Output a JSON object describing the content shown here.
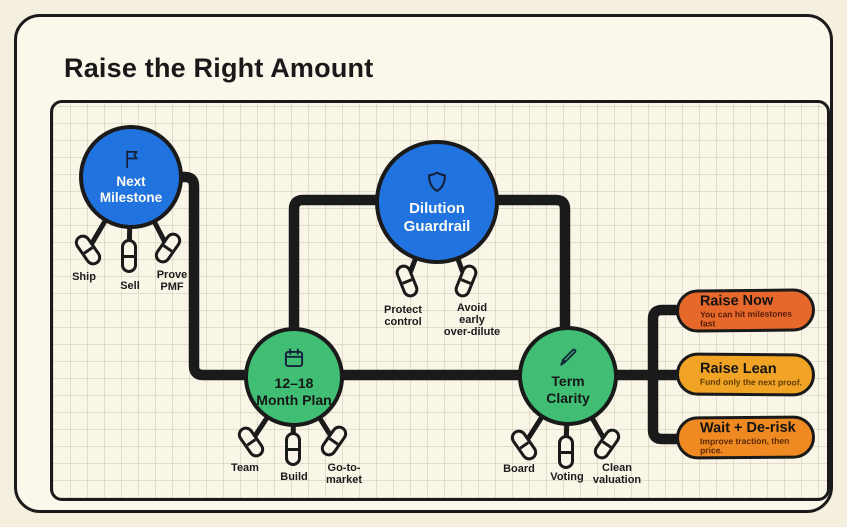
{
  "title": "Raise the Right Amount",
  "colors": {
    "node_blue": "#2173e0",
    "node_green": "#3fbe74",
    "ink": "#1a1a1a"
  },
  "nodes": {
    "next_milestone": {
      "label": "Next\nMilestone",
      "icon": "flag-icon",
      "pills": [
        "Ship",
        "Sell",
        "Prove\nPMF"
      ]
    },
    "dilution_guardrail": {
      "label": "Dilution\nGuardrail",
      "icon": "shield-icon",
      "pills": [
        "Protect\ncontrol",
        "Avoid\nearly\nover-dilute"
      ]
    },
    "month_plan": {
      "label": "12–18\nMonth Plan",
      "icon": "calendar-icon",
      "pills": [
        "Team",
        "Build",
        "Go-to-\nmarket"
      ]
    },
    "term_clarity": {
      "label": "Term\nClarity",
      "icon": "pencil-icon",
      "pills": [
        "Board",
        "Voting",
        "Clean\nvaluation"
      ]
    }
  },
  "outcomes": [
    {
      "label": "Raise Now",
      "desc": "You can hit milestones fast",
      "color": "#e6682a",
      "desc_color": "#551d06"
    },
    {
      "label": "Raise Lean",
      "desc": "Fund only the next proof.",
      "color": "#f0a325",
      "desc_color": "#643e04"
    },
    {
      "label": "Wait + De-risk",
      "desc": "Improve traction, then price.",
      "color": "#ee8a21",
      "desc_color": "#5c2a04"
    }
  ]
}
